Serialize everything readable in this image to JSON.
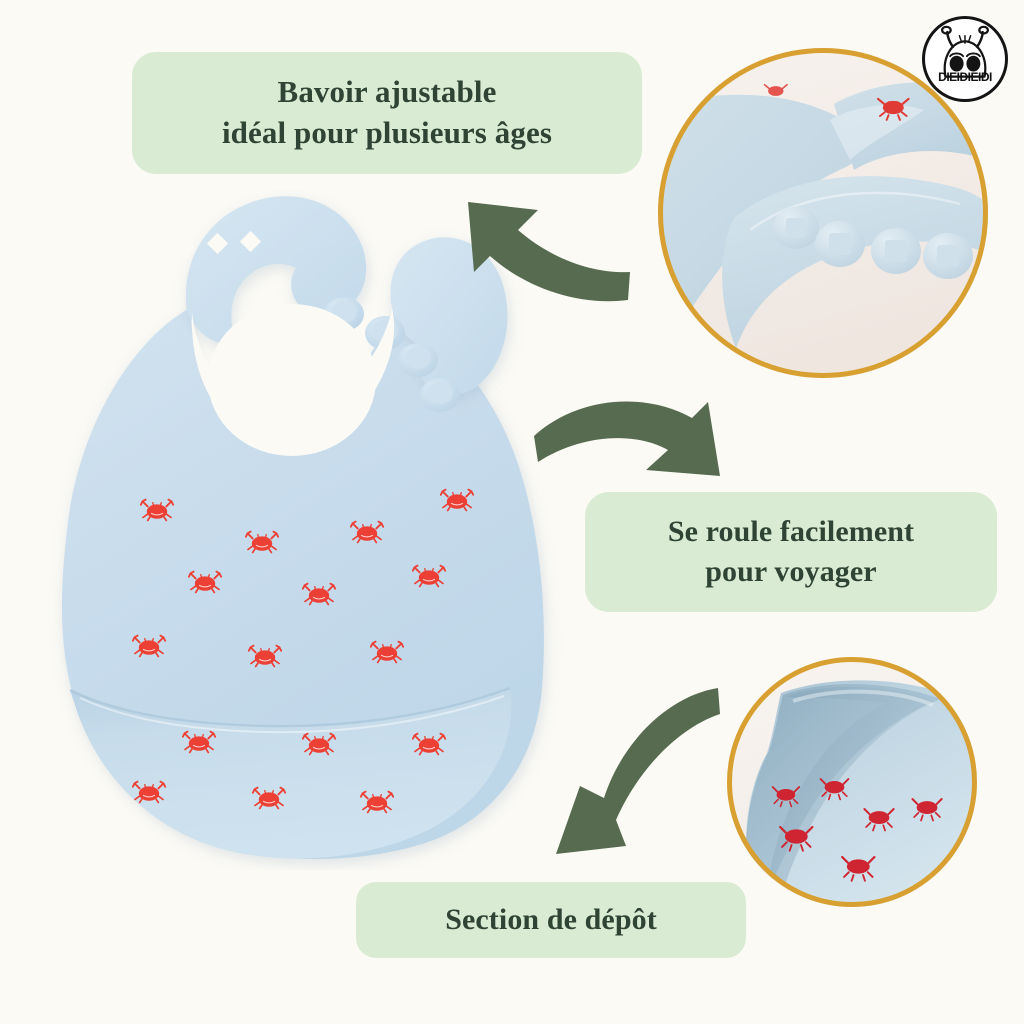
{
  "page": {
    "language": "fr",
    "background_color": "#fbfaf5",
    "product": "silicone baby bib",
    "product_color": "#c6dcea",
    "accent_green": "#d9ecd3",
    "text_color": "#2f4434",
    "arrow_color": "#566b4f",
    "gold_color": "#d8a030",
    "crab_color": "#ee3b30"
  },
  "logo": {
    "name": "brand-logo",
    "wordmark": "DIEIDIEIDI",
    "icon": "bug-face-icon",
    "border_color": "#141414"
  },
  "callouts": [
    {
      "id": "adjustable",
      "line1": "Bavoir ajustable",
      "line2": "idéal pour plusieurs âges"
    },
    {
      "id": "rolls",
      "line1": "Se roule facilement",
      "line2": "pour voyager"
    },
    {
      "id": "pocket",
      "line1": "Section de dépôt",
      "line2": ""
    }
  ],
  "insets": [
    {
      "id": "strap-closeup",
      "label": "Close-up of adjustable neck strap with snap buttons",
      "snap_count": 4,
      "ring_color": "#d8a030"
    },
    {
      "id": "rolled-closeup",
      "label": "Close-up of bib rolled up showing crab print",
      "crab_count": 6,
      "ring_color": "#d8a030"
    }
  ],
  "arrows": [
    {
      "id": "arrow-to-adjustable",
      "direction": "up-left",
      "target": "adjustable"
    },
    {
      "id": "arrow-to-rolls",
      "direction": "down-right",
      "target": "rolls"
    },
    {
      "id": "arrow-to-pocket",
      "direction": "down-left",
      "target": "pocket"
    }
  ],
  "product_features": {
    "strap_holes": 5,
    "strap_snaps": 4,
    "pocket": "deep food catcher pocket",
    "pattern": "red crabs"
  }
}
